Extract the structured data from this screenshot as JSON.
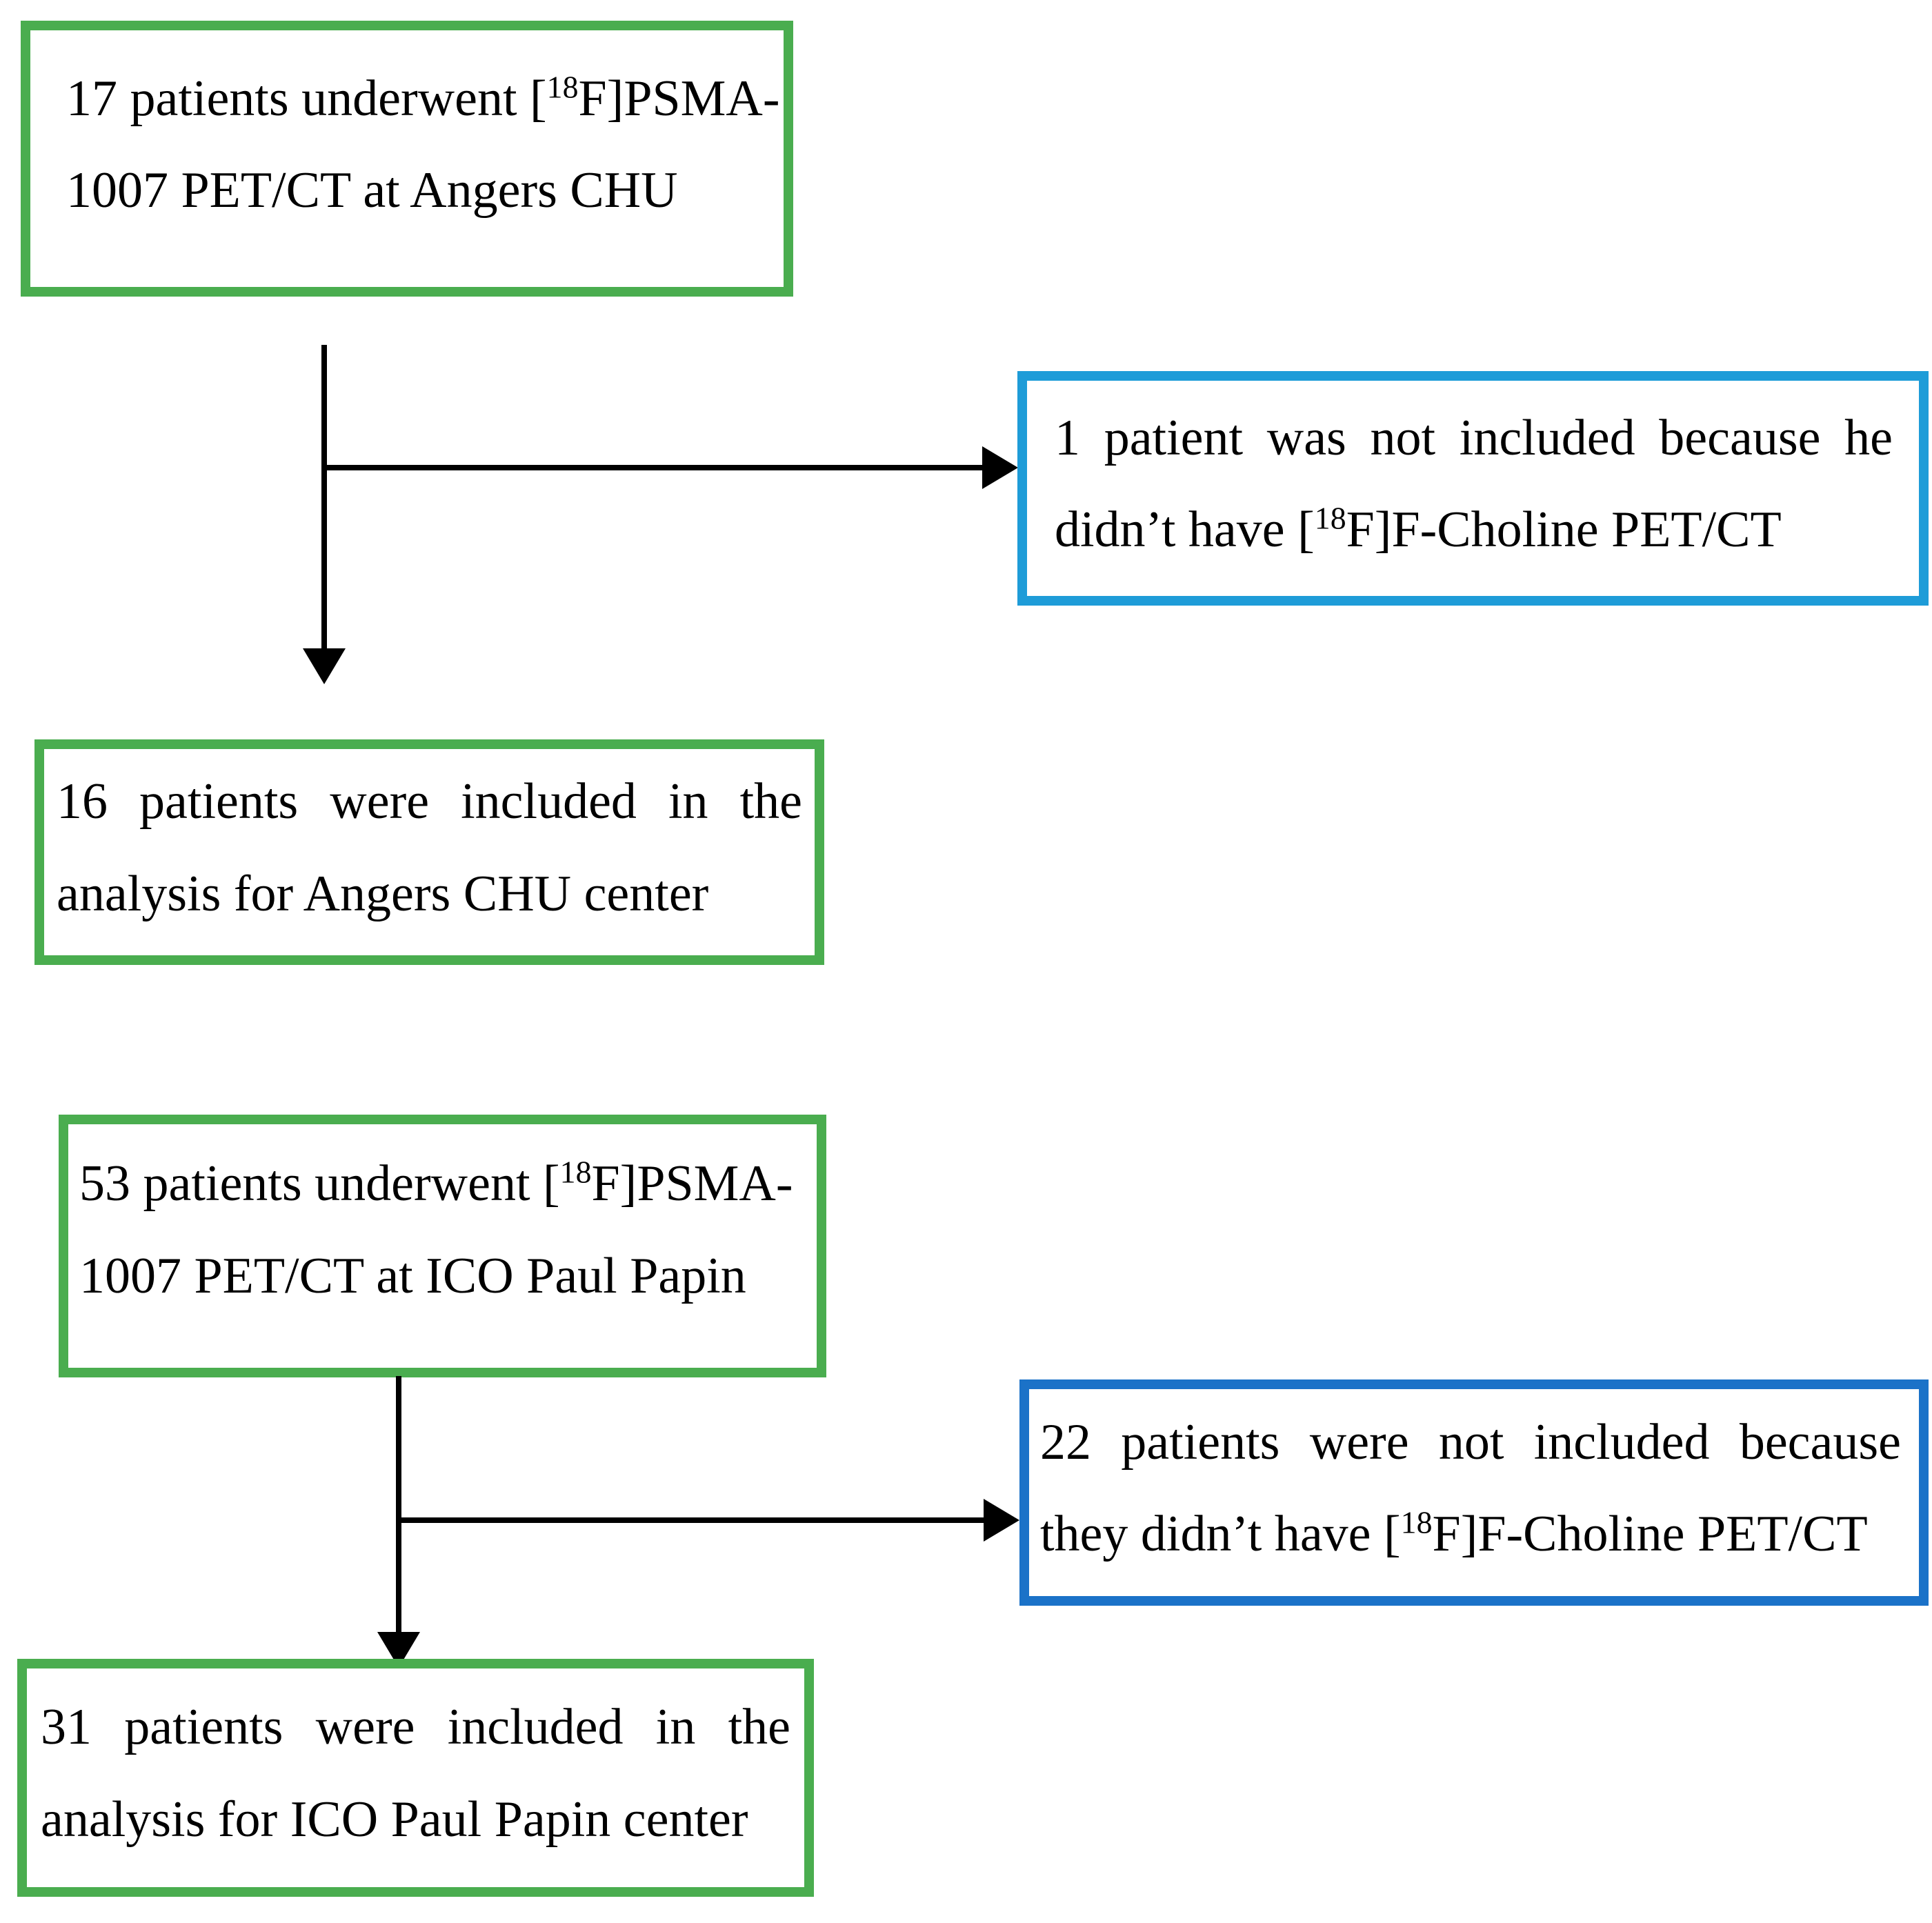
{
  "page": {
    "background": "#ffffff"
  },
  "colors": {
    "box_green": "#4aad4f",
    "box_blue_top": "#1e9cd8",
    "box_blue_bottom": "#1b72c8",
    "arrow_black": "#000000",
    "text": "#000000"
  },
  "boxes": {
    "angers_total": {
      "line1": "17 patients underwent [^18^F]PSMA-",
      "line2": "1007 PET/CT at Angers CHU"
    },
    "angers_excluded": {
      "line1": "1 patient was not included because he",
      "line2": "didn’t have [^18^F]F-Choline PET/CT"
    },
    "angers_included": {
      "line1": "16 patients were included in the",
      "line2": "analysis for Angers CHU center"
    },
    "ico_total": {
      "line1": "53 patients underwent [^18^F]PSMA-",
      "line2": "1007 PET/CT at ICO Paul Papin"
    },
    "ico_excluded": {
      "line1": "22 patients were not included because",
      "line2": "they didn’t have [^18^F]F-Choline PET/CT"
    },
    "ico_included": {
      "line1": "31 patients were included in the",
      "line2": "analysis for ICO Paul Papin center"
    }
  }
}
